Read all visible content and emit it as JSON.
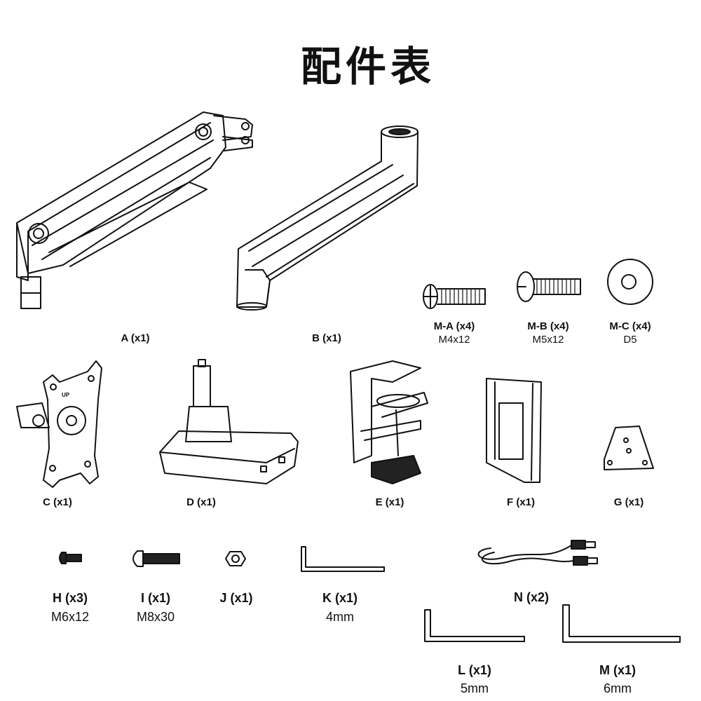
{
  "title": "配件表",
  "parts": [
    {
      "id": "A",
      "label": "A (x1)"
    },
    {
      "id": "B",
      "label": "B (x1)"
    },
    {
      "id": "M-A",
      "label": "M-A (x4)",
      "spec": "M4x12"
    },
    {
      "id": "M-B",
      "label": "M-B (x4)",
      "spec": "M5x12"
    },
    {
      "id": "M-C",
      "label": "M-C (x4)",
      "spec": "D5"
    },
    {
      "id": "C",
      "label": "C (x1)"
    },
    {
      "id": "D",
      "label": "D (x1)"
    },
    {
      "id": "E",
      "label": "E (x1)"
    },
    {
      "id": "F",
      "label": "F (x1)"
    },
    {
      "id": "G",
      "label": "G (x1)"
    },
    {
      "id": "H",
      "label": "H (x3)",
      "spec": "M6x12"
    },
    {
      "id": "I",
      "label": "I (x1)",
      "spec": "M8x30"
    },
    {
      "id": "J",
      "label": "J (x1)"
    },
    {
      "id": "K",
      "label": "K (x1)",
      "spec": "4mm"
    },
    {
      "id": "N",
      "label": "N (x2)"
    },
    {
      "id": "L",
      "label": "L (x1)",
      "spec": "5mm"
    },
    {
      "id": "M",
      "label": "M (x1)",
      "spec": "6mm"
    }
  ],
  "vesa_plate_mark": "UP"
}
